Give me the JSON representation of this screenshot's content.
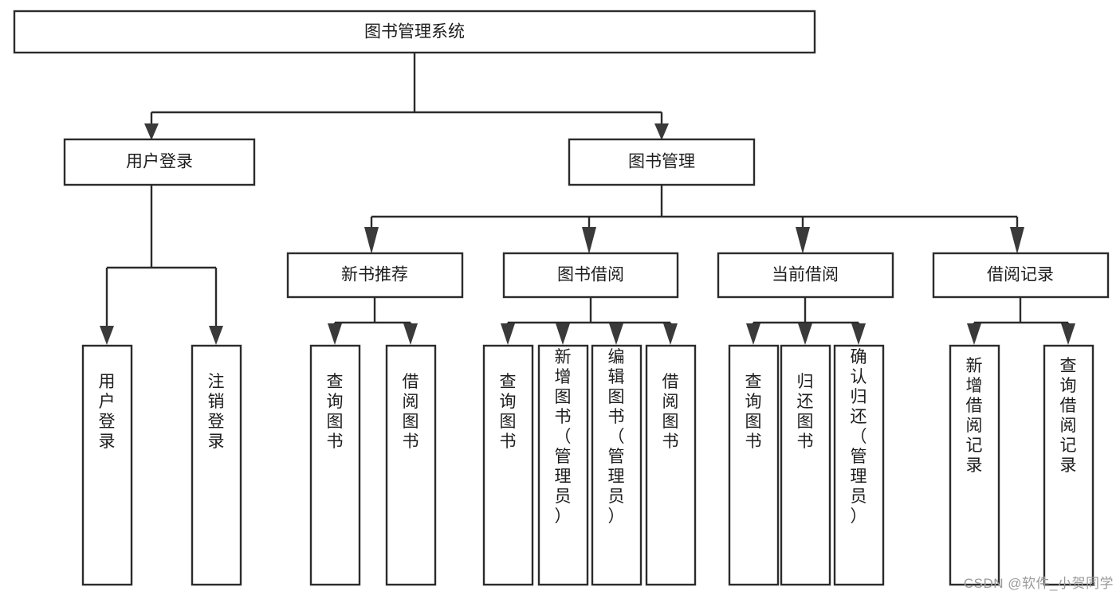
{
  "diagram": {
    "type": "tree-hierarchy-chart",
    "title": "图书管理系统",
    "watermark": "CSDN @软件_小贺同学",
    "colors": {
      "box_fill": "#ffffff",
      "box_stroke": "#2b2b2b",
      "connector": "#2b2b2b",
      "arrow": "#3a3a3a",
      "text": "#1d1d1d",
      "watermark": "#9a9a9a",
      "background": "#ffffff"
    },
    "root": {
      "label": "图书管理系统",
      "orientation": "horizontal"
    },
    "level2": [
      {
        "label": "用户登录",
        "orientation": "horizontal"
      },
      {
        "label": "图书管理",
        "orientation": "horizontal"
      }
    ],
    "level3": [
      {
        "label": "新书推荐",
        "orientation": "horizontal"
      },
      {
        "label": "图书借阅",
        "orientation": "horizontal"
      },
      {
        "label": "当前借阅",
        "orientation": "horizontal"
      },
      {
        "label": "借阅记录",
        "orientation": "horizontal"
      }
    ],
    "leaves": {
      "user_login": [
        {
          "label": "用户登录",
          "orientation": "vertical"
        },
        {
          "label": "注销登录",
          "orientation": "vertical"
        }
      ],
      "new_book_recommend": [
        {
          "label": "查询图书",
          "orientation": "vertical"
        },
        {
          "label": "借阅图书",
          "orientation": "vertical"
        }
      ],
      "book_borrow": [
        {
          "label": "查询图书",
          "orientation": "vertical"
        },
        {
          "label": "新增图书（管理员）",
          "orientation": "vertical"
        },
        {
          "label": "编辑图书（管理员）",
          "orientation": "vertical"
        },
        {
          "label": "借阅图书",
          "orientation": "vertical"
        }
      ],
      "current_borrow": [
        {
          "label": "查询图书",
          "orientation": "vertical"
        },
        {
          "label": "归还图书",
          "orientation": "vertical"
        },
        {
          "label": "确认归还（管理员）",
          "orientation": "vertical"
        }
      ],
      "borrow_record": [
        {
          "label": "新增借阅记录",
          "orientation": "vertical"
        },
        {
          "label": "查询借阅记录",
          "orientation": "vertical"
        }
      ]
    }
  }
}
